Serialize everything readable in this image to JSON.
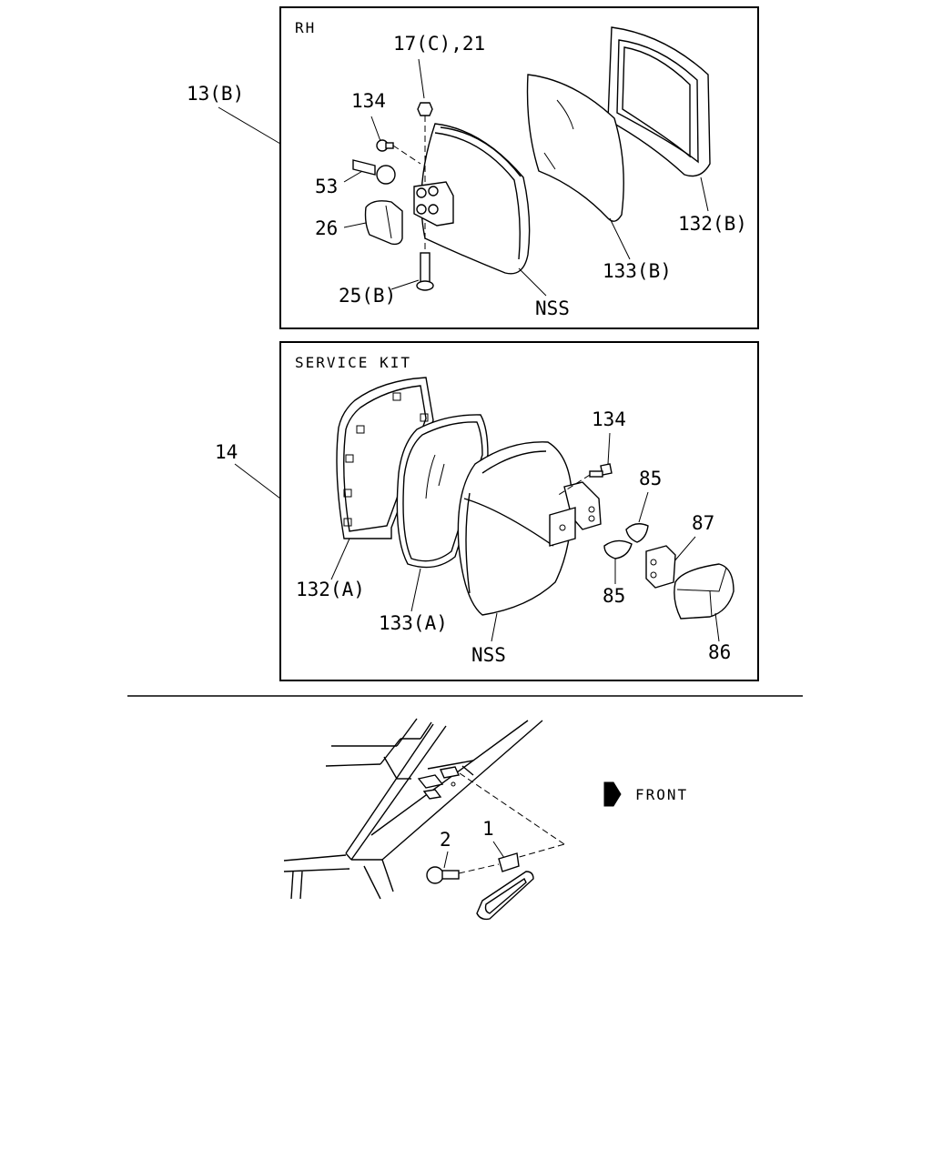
{
  "rh_panel": {
    "title": "RH",
    "callouts": {
      "assembly": "13(B)",
      "nut": "17(C),21",
      "screw_top": "134",
      "pivot_bolt": "53",
      "cover": "26",
      "lower_bolt": "25(B)",
      "housing": "NSS",
      "glass": "133(B)",
      "frame": "132(B)"
    }
  },
  "service_kit_panel": {
    "title": "SERVICE KIT",
    "callouts": {
      "assembly": "14",
      "frame": "132(A)",
      "glass": "133(A)",
      "housing": "NSS",
      "screw": "134",
      "clip_upper": "85",
      "clip_lower": "85",
      "bracket": "87",
      "cover": "86"
    }
  },
  "cab_view": {
    "direction_label": "FRONT",
    "direction_icon": "front-arrow-icon",
    "callouts": {
      "mirror": "1",
      "bolt": "2"
    }
  }
}
